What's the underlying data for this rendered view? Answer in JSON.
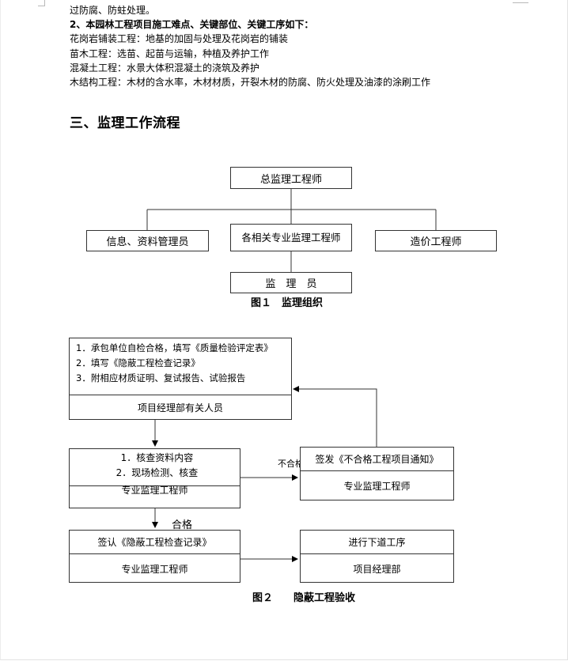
{
  "document": {
    "lines": [
      {
        "text": "过防腐、防蛀处理。",
        "bold": false
      },
      {
        "text": "2、本园林工程项目施工难点、关键部位、关键工序如下：",
        "bold": true
      },
      {
        "text": "花岗岩铺装工程：地基的加固与处理及花岗岩的铺装",
        "bold": false
      },
      {
        "text": "苗木工程：选苗、起苗与运输，种植及养护工作",
        "bold": false
      },
      {
        "text": "混凝土工程：水景大体积混凝土的浇筑及养护",
        "bold": false
      },
      {
        "text": "木结构工程：木材的含水率，木材材质，开裂木材的防腐、防火处理及油漆的涂刷工作",
        "bold": false
      }
    ],
    "section_title": "三、监理工作流程"
  },
  "figure1": {
    "chief": "总监理工程师",
    "info_manager": "信息、资料管理员",
    "specialty_engineer": "各相关专业监理工程师",
    "cost_engineer": "造价工程师",
    "supervisor": "监　理　员",
    "caption": "图１　监理组织"
  },
  "figure2": {
    "box1_items": [
      "1．承包单位自检合格，填写《质量检验评定表》",
      "2．填写《隐蔽工程检查记录》",
      "3．附相应材质证明、复试报告、试验报告"
    ],
    "box1_footer": "项目经理部有关人员",
    "box2_items": [
      "1．核查资料内容",
      "2．现场检测、核查"
    ],
    "box2_footer": "专业监理工程师",
    "box3_top": "签发《不合格工程项目通知》",
    "box3_bottom": "专业监理工程师",
    "box4_top": "签认《隐蔽工程检查记录》",
    "box4_bottom": "专业监理工程师",
    "box5_top": "进行下道工序",
    "box5_bottom": "项目经理部",
    "label_fail": "不合格",
    "label_pass": "合格",
    "caption": "图２　　隐蔽工程验收"
  }
}
